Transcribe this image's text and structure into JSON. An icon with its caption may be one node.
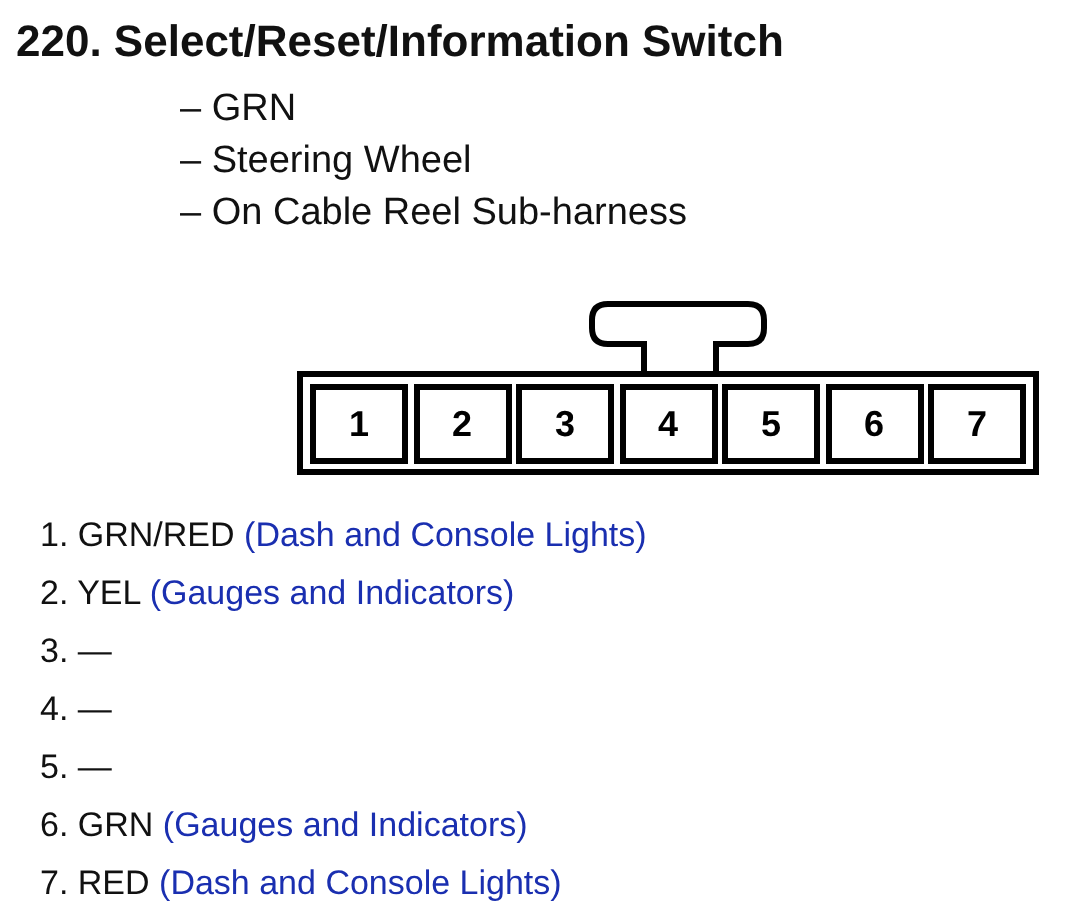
{
  "diagram": {
    "title": "220. Select/Reset/Information Switch",
    "nodes": [
      {
        "text": [],
        "shape": "box"
      },
      {
        "text": [
          "1"
        ],
        "in": 0
      },
      {
        "text": [
          "2"
        ],
        "in": 0
      },
      {
        "text": [
          "3"
        ],
        "in": 0
      },
      {
        "text": [
          "4"
        ],
        "in": 0
      },
      {
        "text": [
          "5"
        ],
        "in": 0
      },
      {
        "text": [
          "6"
        ],
        "in": 0
      },
      {
        "text": [
          "7"
        ],
        "in": 0
      }
    ],
    "edges": [],
    "labels": [
      "– GRN",
      "– Steering Wheel",
      "– On Cable Reel Sub-harness",
      "1. GRN/RED (Dash and Console Lights)",
      "2. YEL (Gauges and Indicators)",
      "3. —",
      "4. —",
      "5. —",
      "6. GRN (Gauges and Indicators)",
      "7. RED (Dash and Console Lights)"
    ]
  }
}
